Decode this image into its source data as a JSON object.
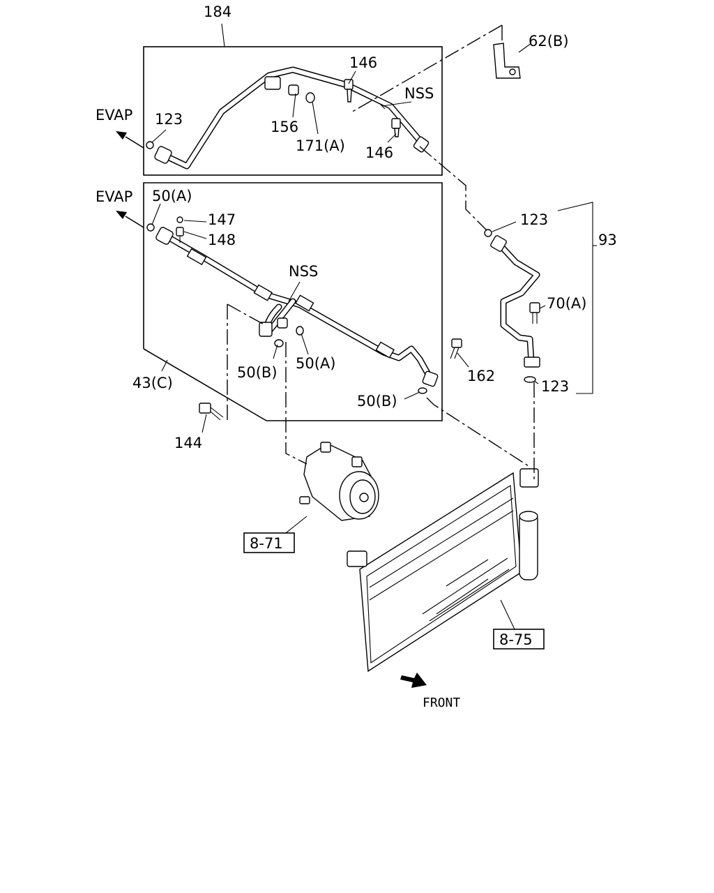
{
  "labels": {
    "l184": "184",
    "l146a": "146",
    "l62b": "62(B)",
    "lnss1": "NSS",
    "levap1": "EVAP",
    "l123a": "123",
    "l156": "156",
    "l171a": "171(A)",
    "l146b": "146",
    "levap2": "EVAP",
    "l50a1": "50(A)",
    "l147": "147",
    "l148": "148",
    "lnss2": "NSS",
    "l123b": "123",
    "l93": "93",
    "l70a": "70(A)",
    "l162": "162",
    "l50b1": "50(B)",
    "l50a2": "50(A)",
    "l43c": "43(C)",
    "l123c": "123",
    "l50b2": "50(B)",
    "l144": "144",
    "l871": "8-71",
    "l875": "8-75",
    "lfront": "FRONT"
  }
}
